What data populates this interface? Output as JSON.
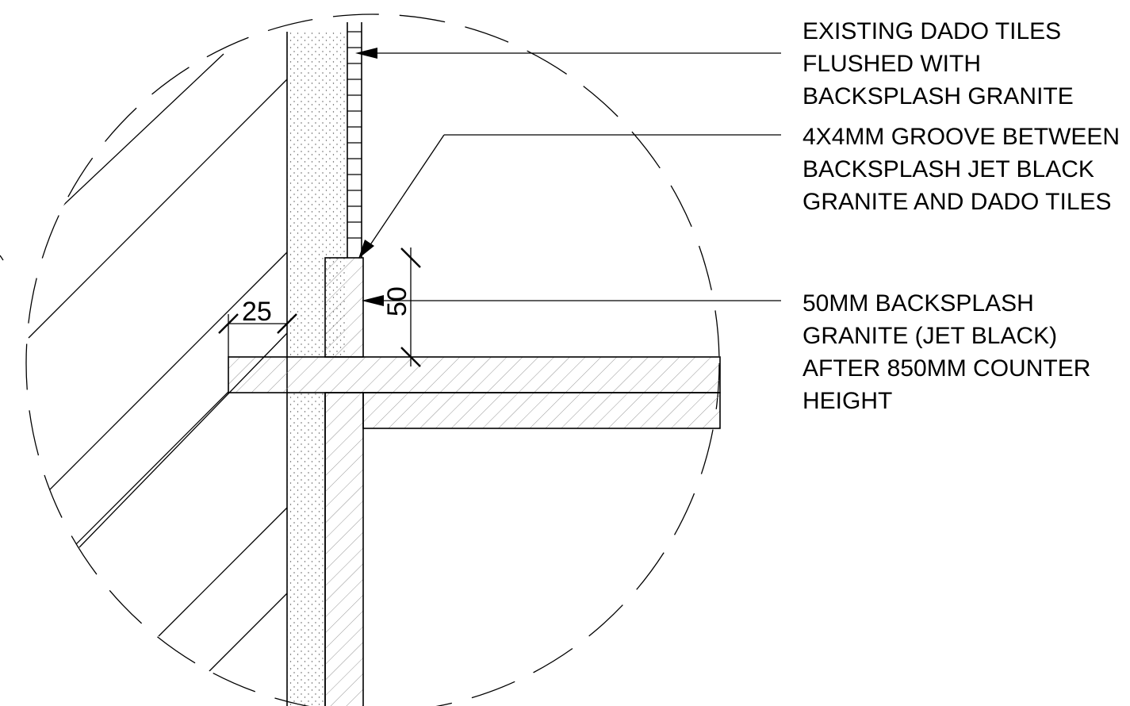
{
  "annotations": {
    "dado_tiles": [
      "EXISTING DADO TILES",
      "FLUSHED WITH",
      "BACKSPLASH GRANITE"
    ],
    "groove": [
      "4X4MM GROOVE BETWEEN",
      "BACKSPLASH JET BLACK",
      "GRANITE AND DADO TILES"
    ],
    "backsplash": [
      "50MM BACKSPLASH",
      "GRANITE (JET BLACK)",
      "AFTER 850MM COUNTER",
      "HEIGHT"
    ]
  },
  "dimensions": {
    "overhang": "25",
    "backsplash_height": "50"
  }
}
